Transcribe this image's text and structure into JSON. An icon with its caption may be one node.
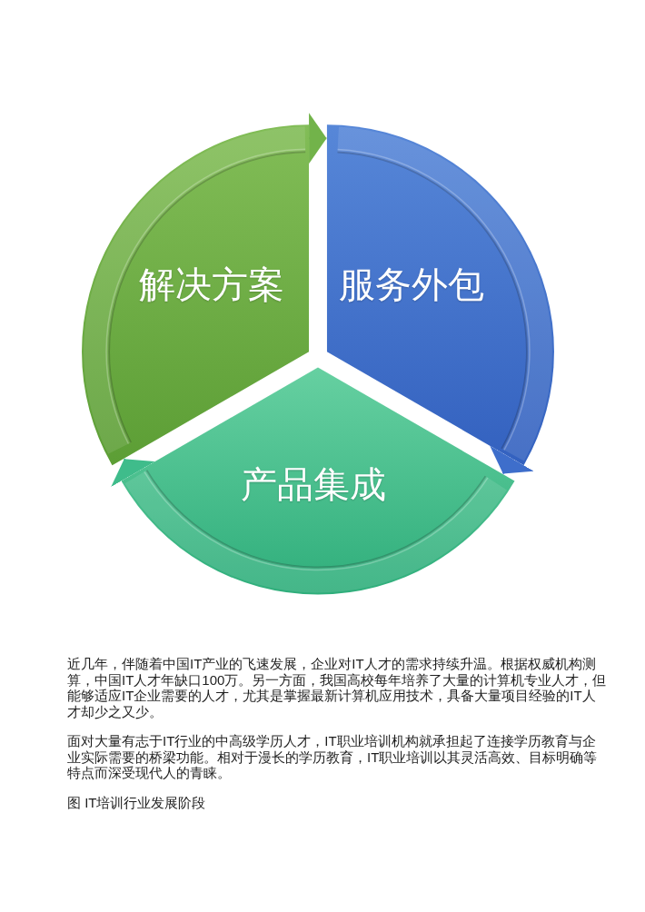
{
  "diagram": {
    "caption": "图 IT培训行业发展阶段",
    "nodes": [
      {
        "text": [
          "解决方案"
        ]
      },
      {
        "text": [
          "服务外包"
        ]
      },
      {
        "text": [
          "产品集成"
        ]
      }
    ],
    "edges": [
      {
        "from": 0,
        "to": 1,
        "arrow": "to",
        "color": "#72b34a"
      },
      {
        "from": 1,
        "to": 2,
        "arrow": "to",
        "color": "#3e6ecb"
      },
      {
        "from": 2,
        "to": 0,
        "arrow": "to",
        "color": "#3fbc8b"
      }
    ],
    "labels": [
      "近几年，伴随着中国IT产业的飞速发展，企业对IT人才的需求持续升温。根据权威机构测算，中国IT人才年缺口100万。另一方面，我国高校每年培养了大量的计算机专业人才，但能够适应IT企业需要的人才，尤其是掌握最新计算机应用技术，具备大量项目经验的IT人才却少之又少。",
      "面对大量有志于IT行业的中高级学历人才，IT职业培训机构就承担起了连接学历教育与企业实际需要的桥梁功能。相对于漫长的学历教育，IT职业培训以其灵活高效、目标明确等特点而深受现代人的青睐。"
    ]
  }
}
